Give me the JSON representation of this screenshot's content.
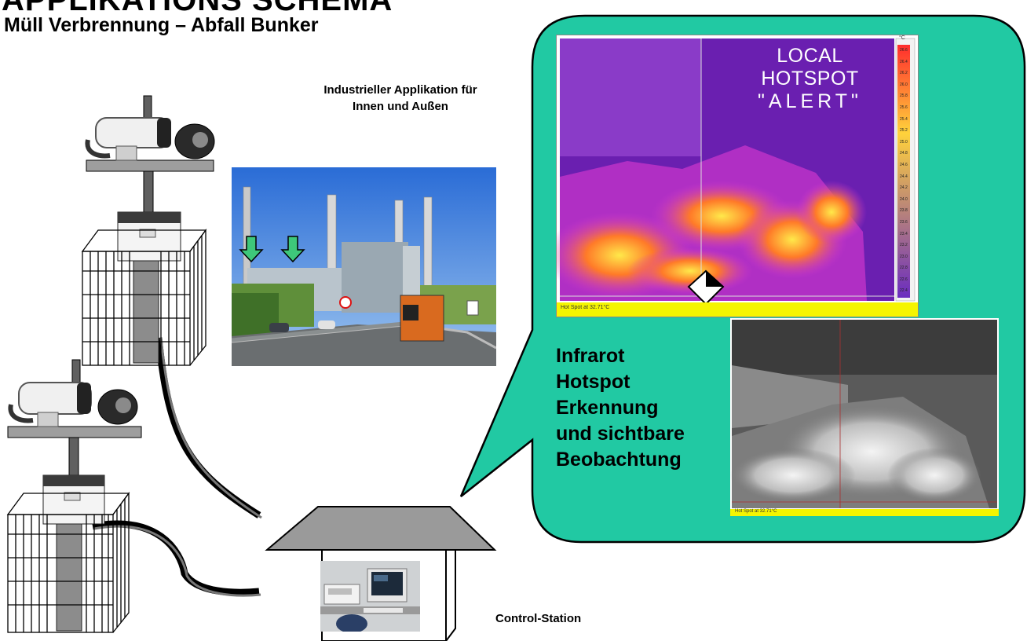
{
  "header": {
    "title": "APPLIKATIONS SCHEMA",
    "subtitle": "Müll Verbrennung – Abfall Bunker"
  },
  "photo_caption": {
    "line1": "Industrieller Applikation für",
    "line2": "Innen und Außen"
  },
  "callout": {
    "lines": [
      "Infrarot",
      "Hotspot",
      "Erkennung",
      "und sichtbare",
      "Beobachtung"
    ]
  },
  "thermal_image": {
    "overlay_line1": "LOCAL HOTSPOT",
    "overlay_line2": "\"ALERT\"",
    "scale_unit": "°C",
    "scale_values": [
      "26.6",
      "26.4",
      "26.2",
      "26.0",
      "25.8",
      "25.6",
      "25.4",
      "25.2",
      "25.0",
      "24.8",
      "24.6",
      "24.4",
      "24.2",
      "24.0",
      "23.8",
      "23.6",
      "23.4",
      "23.2",
      "23.0",
      "22.8",
      "22.6",
      "22.4"
    ],
    "status": "Hot Spot at 32.71°C"
  },
  "visible_image": {
    "status": "Hot Spot at 32.71°C"
  },
  "control_station": {
    "label": "Control-Station"
  },
  "colors": {
    "callout_fill": "#21c9a3",
    "roof_fill": "#9a9a9a",
    "thermal_bg": "#6a1fb0",
    "scale_top": "#ff2d2d",
    "scale_bottom": "#6a2cc0",
    "status_bar": "#f5f500",
    "arrow_green": "#3ec77a"
  }
}
